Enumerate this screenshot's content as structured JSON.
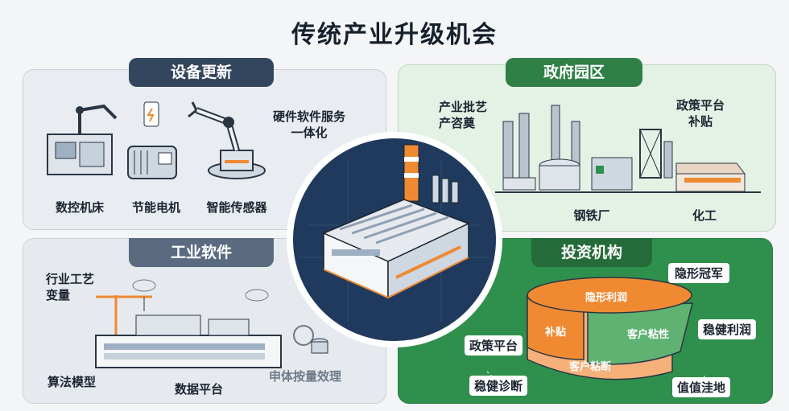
{
  "title": "传统产业升级机会",
  "equipment": {
    "heading": "设备更新",
    "items": [
      "数控机床",
      "节能电机",
      "智能传感器"
    ],
    "service_note": "硬件软件服务\n一体化"
  },
  "gov_park": {
    "heading": "政府园区",
    "note_left": "产业批艺\n产咨奠",
    "note_right": "政策平台\n补贴",
    "plants": [
      "钢铁厂",
      "化工"
    ]
  },
  "software": {
    "heading": "工业软件",
    "note_top": "行业工艺\n变量",
    "items": [
      "算法模型",
      "数据平台"
    ],
    "faded_note": "申体按量效理"
  },
  "investment": {
    "heading": "投资机构",
    "outer_labels": [
      "隐形冠军",
      "稳健利润",
      "值值洼地",
      "稳健诊断",
      "政策平台"
    ],
    "segments": [
      "隐形利润",
      "补贴",
      "客户粘性",
      "客户粘断"
    ],
    "colors": {
      "orange": "#ef8a33",
      "dark_green": "#2f8f4c",
      "light_green": "#5fb271",
      "peach": "#f6b07a"
    }
  }
}
